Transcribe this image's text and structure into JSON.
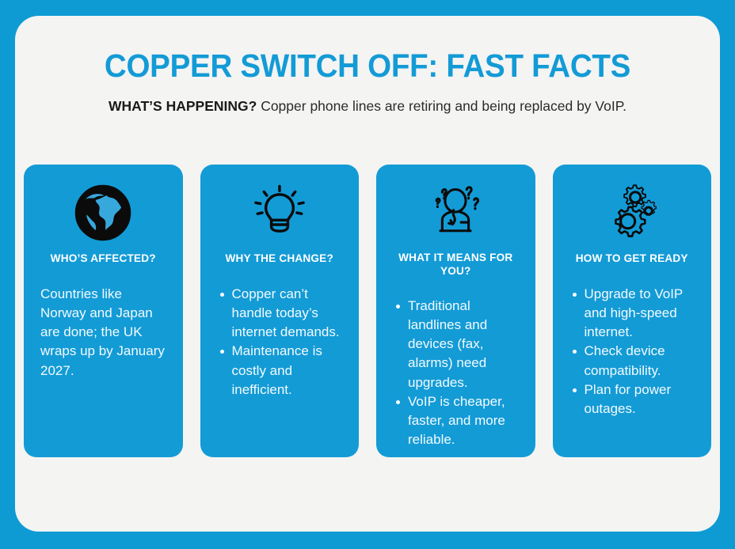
{
  "theme": {
    "frame_blue": "#0E9BD4",
    "card_blue": "#139BD6",
    "panel_bg": "#F4F4F3",
    "title_color": "#139BD6",
    "text_dark": "#2B2B2B",
    "text_on_card": "#F2FAFE"
  },
  "header": {
    "title": "COPPER SWITCH OFF: FAST FACTS",
    "subtitle_lead": "WHAT’S HAPPENING?",
    "subtitle_rest": " Copper phone lines are retiring and being replaced by VoIP."
  },
  "cards": [
    {
      "icon": "globe-icon",
      "heading": "WHO’S AFFECTED?",
      "body_type": "paragraph",
      "paragraph": "Countries like Norway and Japan are done; the UK wraps up by January 2027.",
      "bullets": []
    },
    {
      "icon": "lightbulb-icon",
      "heading": "WHY THE CHANGE?",
      "body_type": "bullets",
      "paragraph": "",
      "bullets": [
        "Copper can’t handle today’s internet demands.",
        "Maintenance is costly and inefficient."
      ]
    },
    {
      "icon": "confused-person-icon",
      "heading": "WHAT IT MEANS FOR YOU?",
      "body_type": "bullets",
      "paragraph": "",
      "bullets": [
        "Traditional landlines and devices (fax, alarms) need upgrades.",
        "VoIP is cheaper, faster, and more reliable."
      ]
    },
    {
      "icon": "gears-icon",
      "heading": "HOW TO GET READY",
      "body_type": "bullets",
      "paragraph": "",
      "bullets": [
        "Upgrade to VoIP and high-speed internet.",
        "Check device compatibility.",
        "Plan for power outages."
      ]
    }
  ]
}
